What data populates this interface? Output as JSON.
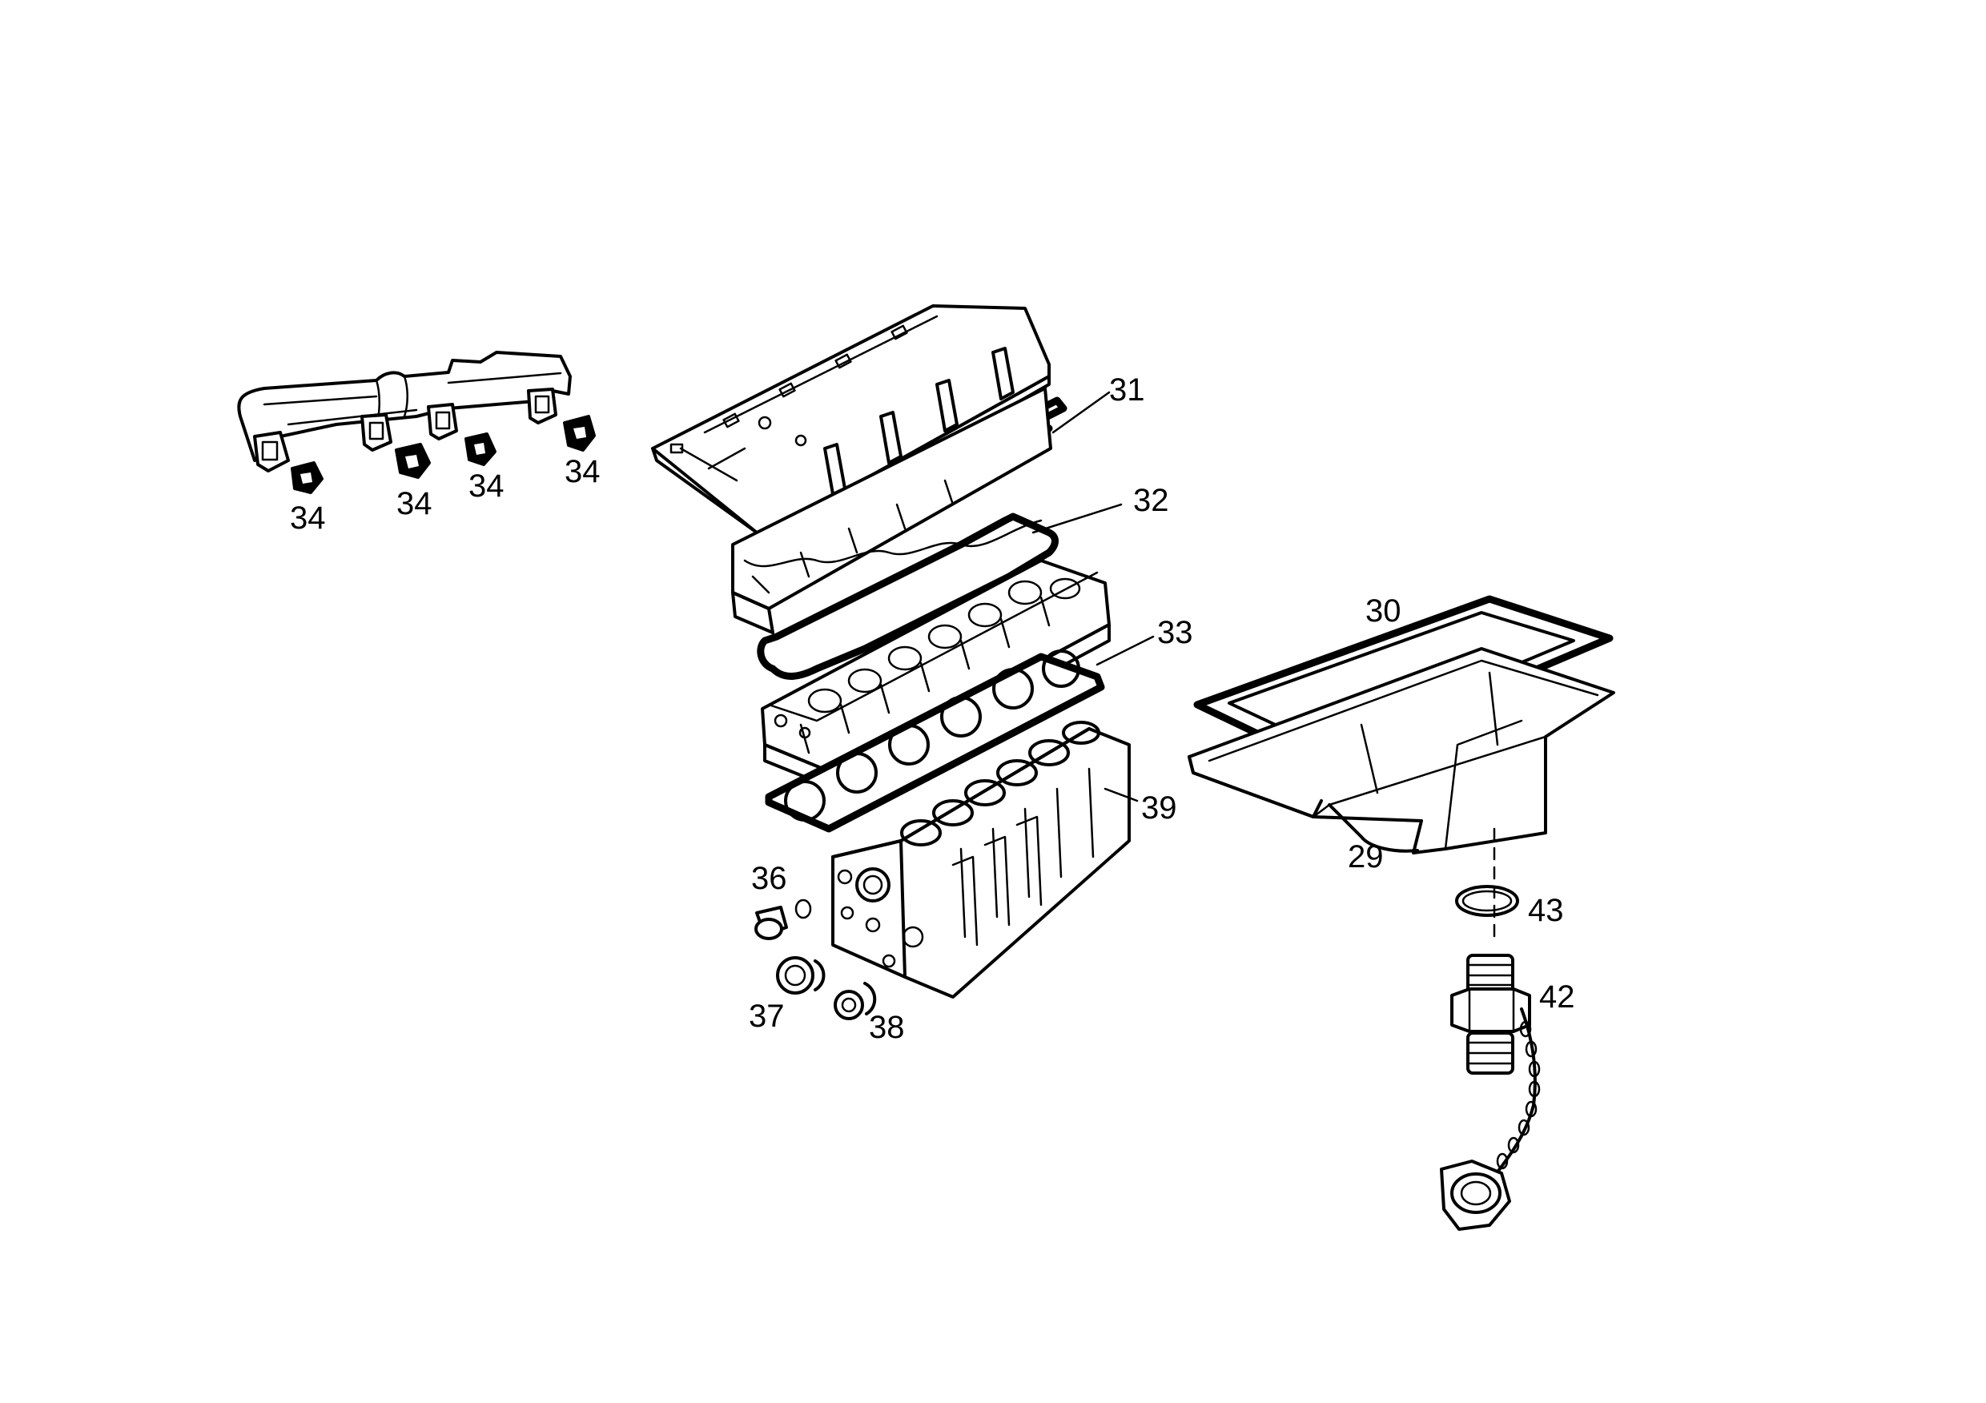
{
  "callouts": {
    "c29": "29",
    "c30": "30",
    "c31": "31",
    "c32": "32",
    "c33": "33",
    "c34a": "34",
    "c34b": "34",
    "c34c": "34",
    "c34d": "34",
    "c36": "36",
    "c37": "37",
    "c38": "38",
    "c39": "39",
    "c42": "42",
    "c43": "43"
  },
  "colors": {
    "line": "#000000",
    "background": "#ffffff"
  }
}
